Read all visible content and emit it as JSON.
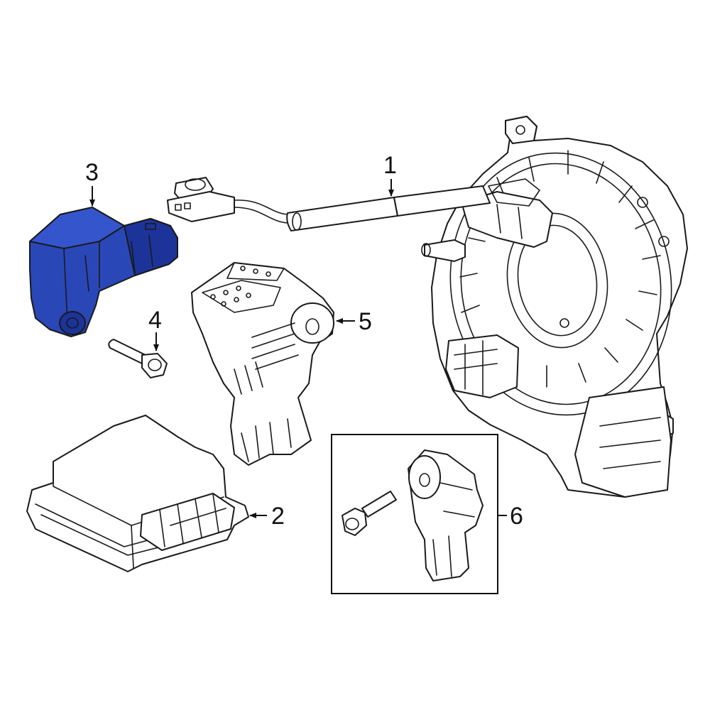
{
  "highlight_color": "#2a47b8",
  "highlight_shade": "#1c339a",
  "callouts": [
    {
      "id": "1",
      "label": "1"
    },
    {
      "id": "2",
      "label": "2"
    },
    {
      "id": "3",
      "label": "3"
    },
    {
      "id": "4",
      "label": "4"
    },
    {
      "id": "5",
      "label": "5"
    },
    {
      "id": "6",
      "label": "6"
    }
  ]
}
